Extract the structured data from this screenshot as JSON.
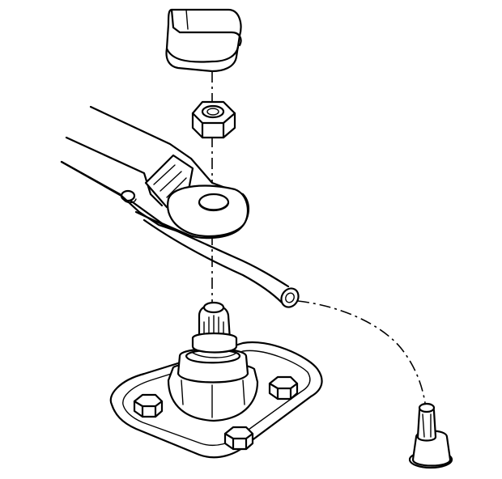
{
  "diagram": {
    "parts": [
      {
        "id": "cap",
        "name": "wiper-arm-nut-cap"
      },
      {
        "id": "nut",
        "name": "hex-nut"
      },
      {
        "id": "arm",
        "name": "wiper-arm"
      },
      {
        "id": "hose",
        "name": "washer-hose"
      },
      {
        "id": "pivot",
        "name": "wiper-pivot-shaft"
      },
      {
        "id": "nozzle",
        "name": "washer-hose-connector"
      }
    ],
    "colors": {
      "line": "#000000",
      "fill": "#ffffff"
    }
  }
}
